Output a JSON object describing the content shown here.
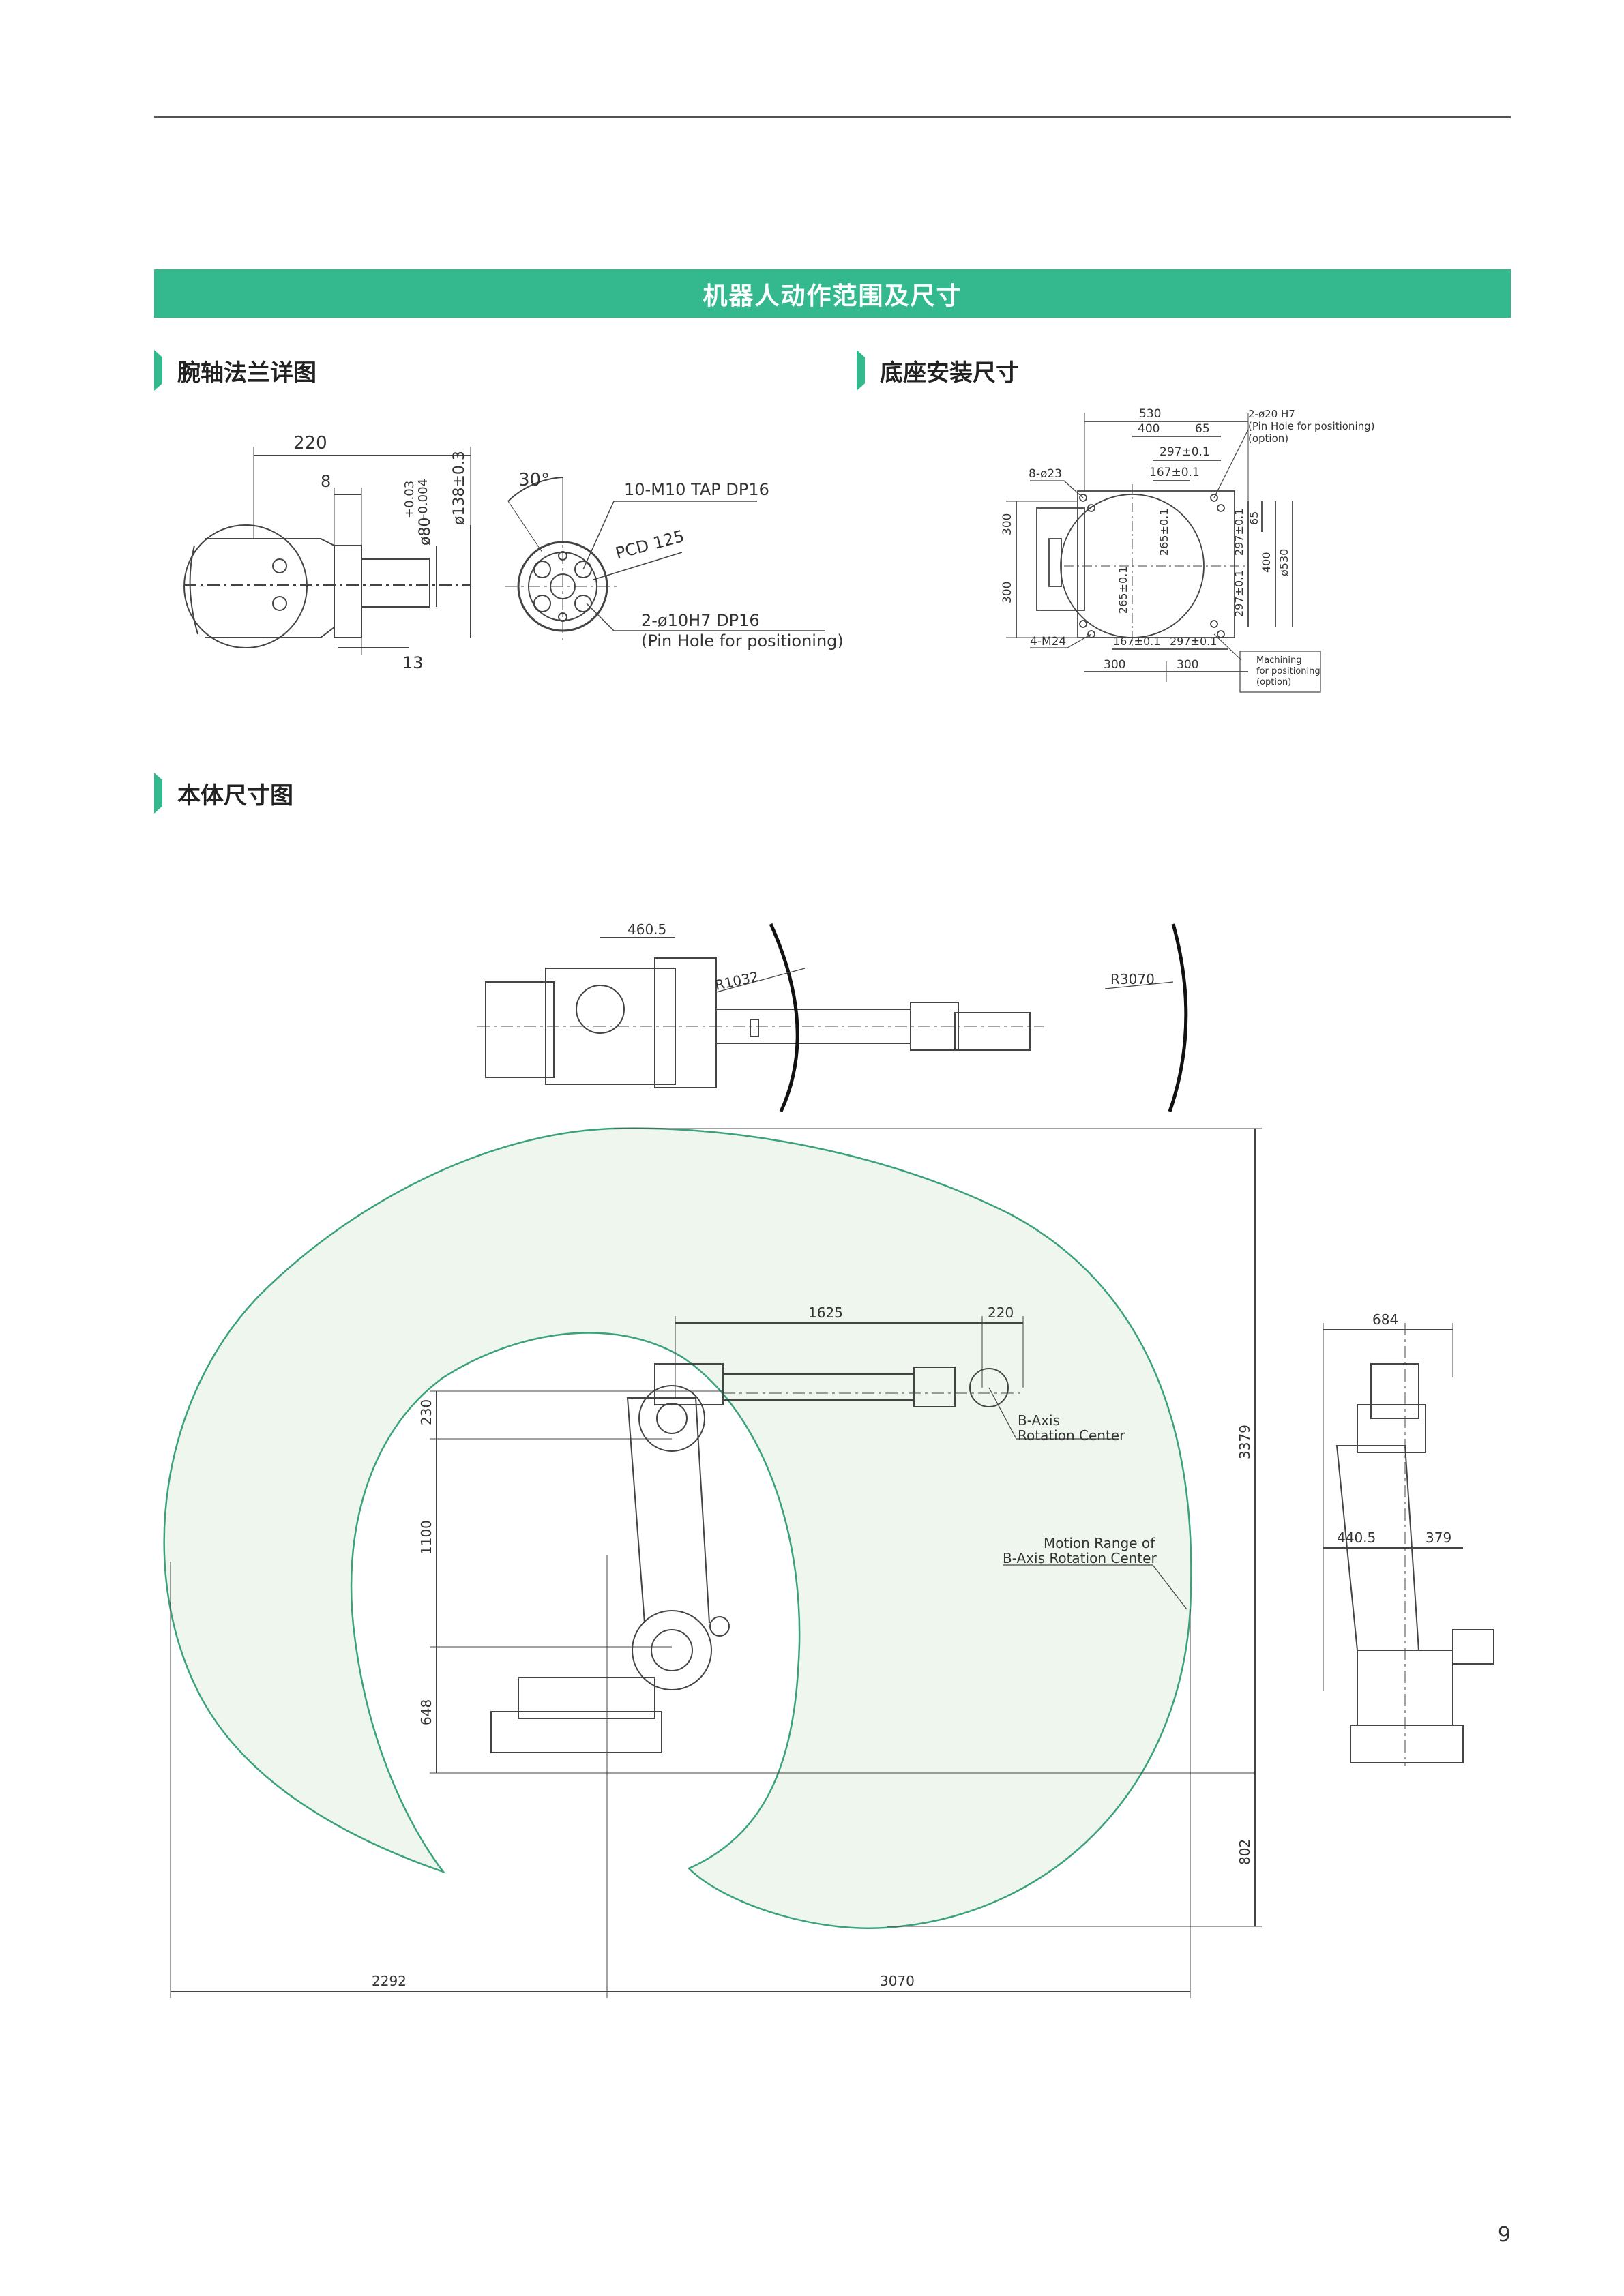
{
  "banner_title": "机器人动作范围及尺寸",
  "sections": {
    "flange": "腕轴法兰详图",
    "base": "底座安装尺寸",
    "body": "本体尺寸图"
  },
  "flange": {
    "d220": "220",
    "d8": "8",
    "d80": "ø80",
    "tol80_top": "+0.03",
    "tol80_bot": "-0.004",
    "d138": "ø138±0.3",
    "d13": "13",
    "angle": "30°",
    "tap": "10-M10 TAP DP16",
    "pcd": "PCD 125",
    "pin": "2-ø10H7 DP16",
    "pin_note": "(Pin Hole for positioning)"
  },
  "base": {
    "d530": "530",
    "d400": "400",
    "d65": "65",
    "d297a": "297±0.1",
    "d167a": "167±0.1",
    "hole23": "8-ø23",
    "pin20": "2-ø20 H7",
    "pin20_note1": "(Pin Hole for positioning)",
    "pin20_note2": "(option)",
    "v300a": "300",
    "v300b": "300",
    "v265a": "265±0.1",
    "v265b": "265±0.1",
    "v297b": "297±0.1",
    "v297c": "297±0.1",
    "v65": "65",
    "v400": "400",
    "v530": "ø530",
    "m24": "4-M24",
    "d167b": "167±0.1",
    "d297d": "297±0.1",
    "d300a": "300",
    "d300b": "300",
    "mach1": "Machining",
    "mach2": "for positioning",
    "mach3": "(option)"
  },
  "body": {
    "top460": "460.5",
    "r1032": "R1032",
    "r3070": "R3070",
    "d1625": "1625",
    "d220": "220",
    "baxis1": "B-Axis",
    "baxis2": "Rotation Center",
    "motion1": "Motion Range of",
    "motion2": "B-Axis Rotation Center",
    "v230": "230",
    "v1100": "1100",
    "v648": "648",
    "v3379": "3379",
    "v802": "802",
    "h2292": "2292",
    "h3070": "3070",
    "s684": "684",
    "s440": "440.5",
    "s379": "379"
  },
  "page_number": "9",
  "colors": {
    "accent": "#34b98e",
    "range_fill": "#eef6ee",
    "range_stroke": "#3aa27a"
  }
}
